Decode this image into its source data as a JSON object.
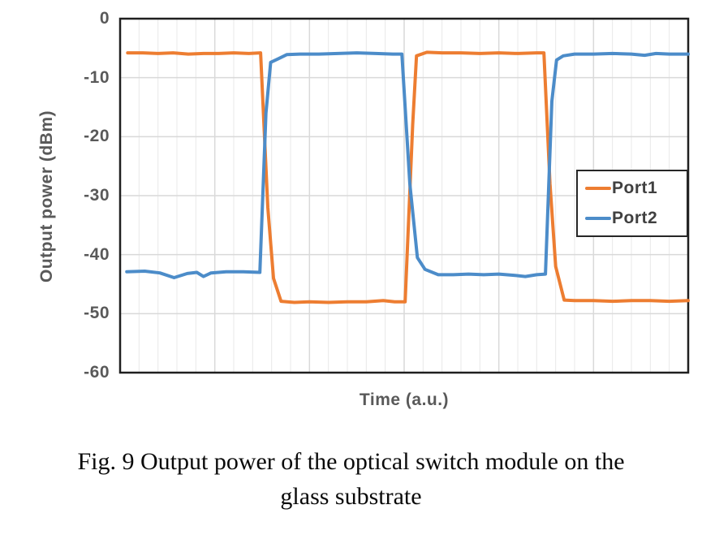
{
  "figure": {
    "caption_line1": "Fig. 9 Output power of the optical switch module on the",
    "caption_line2": "glass substrate"
  },
  "chart_data": {
    "type": "line",
    "title": "",
    "xlabel": "Time (a.u.)",
    "ylabel": "Output power (dBm)",
    "xlim": [
      0,
      30
    ],
    "ylim": [
      -60,
      0
    ],
    "x_tick_labels": [],
    "y_ticks": [
      0,
      -10,
      -20,
      -30,
      -40,
      -50,
      -60
    ],
    "y_tick_labels": [
      "0",
      "-10",
      "-20",
      "-30",
      "-40",
      "-50",
      "-60"
    ],
    "grid": "horizontal major gridlines every 10 dBm; vertical minor gridlines (30 divisions) with darker major lines every 5 divisions",
    "legend": {
      "position": "middle-right inside plot",
      "border": "#262626",
      "entries": [
        "Port1",
        "Port2"
      ]
    },
    "colors": {
      "port1": "#ED7D31",
      "port2": "#4C8CC9",
      "axis_text": "#595959",
      "plot_border": "#1f1f1f",
      "grid_major": "#d9d9d9",
      "grid_minor": "#e8e8e8"
    },
    "description": "Two complementary square-wave optical switch traces: Port1 alternates between about -6 dBm (on) and -48 dBm (off); Port2 is the complement, alternating between about -43 dBm (off) and -6 dBm (on). Switch events near t = 7.5, 15 and 22.5 a.u.",
    "series": [
      {
        "name": "Port1",
        "color": "#ED7D31",
        "points": [
          [
            0.4,
            -5.8
          ],
          [
            1.2,
            -5.8
          ],
          [
            2.0,
            -5.9
          ],
          [
            2.8,
            -5.8
          ],
          [
            3.6,
            -6.0
          ],
          [
            4.4,
            -5.9
          ],
          [
            5.2,
            -5.9
          ],
          [
            6.0,
            -5.8
          ],
          [
            6.8,
            -5.9
          ],
          [
            7.42,
            -5.8
          ],
          [
            7.8,
            -32.0
          ],
          [
            8.1,
            -44.0
          ],
          [
            8.5,
            -47.9
          ],
          [
            9.2,
            -48.1
          ],
          [
            10,
            -48.0
          ],
          [
            11,
            -48.1
          ],
          [
            12,
            -48.0
          ],
          [
            13,
            -48.0
          ],
          [
            13.9,
            -47.8
          ],
          [
            14.5,
            -48.0
          ],
          [
            15.05,
            -48.0
          ],
          [
            15.45,
            -18.0
          ],
          [
            15.65,
            -6.3
          ],
          [
            16.2,
            -5.7
          ],
          [
            17,
            -5.8
          ],
          [
            18,
            -5.8
          ],
          [
            19,
            -5.9
          ],
          [
            20,
            -5.8
          ],
          [
            21,
            -5.9
          ],
          [
            22,
            -5.8
          ],
          [
            22.38,
            -5.8
          ],
          [
            22.7,
            -28.0
          ],
          [
            23.0,
            -42.0
          ],
          [
            23.45,
            -47.7
          ],
          [
            24,
            -47.8
          ],
          [
            25,
            -47.8
          ],
          [
            26,
            -47.9
          ],
          [
            27,
            -47.8
          ],
          [
            28,
            -47.8
          ],
          [
            29,
            -47.9
          ],
          [
            30,
            -47.8
          ]
        ]
      },
      {
        "name": "Port2",
        "color": "#4C8CC9",
        "points": [
          [
            0.35,
            -42.9
          ],
          [
            1.3,
            -42.8
          ],
          [
            2.1,
            -43.1
          ],
          [
            2.85,
            -43.9
          ],
          [
            3.55,
            -43.2
          ],
          [
            4.05,
            -43.0
          ],
          [
            4.4,
            -43.7
          ],
          [
            4.8,
            -43.1
          ],
          [
            5.6,
            -42.9
          ],
          [
            6.5,
            -42.9
          ],
          [
            7.38,
            -43.0
          ],
          [
            7.7,
            -16.0
          ],
          [
            7.95,
            -7.4
          ],
          [
            8.35,
            -6.8
          ],
          [
            8.8,
            -6.1
          ],
          [
            9.5,
            -6.0
          ],
          [
            10.5,
            -6.0
          ],
          [
            11.5,
            -5.9
          ],
          [
            12.5,
            -5.8
          ],
          [
            13.5,
            -5.9
          ],
          [
            14.4,
            -6.0
          ],
          [
            14.88,
            -6.0
          ],
          [
            15.3,
            -28.0
          ],
          [
            15.7,
            -40.5
          ],
          [
            16.1,
            -42.5
          ],
          [
            16.8,
            -43.4
          ],
          [
            17.6,
            -43.4
          ],
          [
            18.4,
            -43.3
          ],
          [
            19.2,
            -43.4
          ],
          [
            20.0,
            -43.3
          ],
          [
            20.8,
            -43.5
          ],
          [
            21.4,
            -43.7
          ],
          [
            22.0,
            -43.4
          ],
          [
            22.46,
            -43.3
          ],
          [
            22.8,
            -14.0
          ],
          [
            23.05,
            -7.0
          ],
          [
            23.4,
            -6.3
          ],
          [
            24,
            -6.0
          ],
          [
            25,
            -6.0
          ],
          [
            26,
            -5.9
          ],
          [
            27,
            -6.0
          ],
          [
            27.7,
            -6.2
          ],
          [
            28.3,
            -5.9
          ],
          [
            29,
            -6.0
          ],
          [
            30,
            -6.0
          ]
        ]
      }
    ]
  }
}
